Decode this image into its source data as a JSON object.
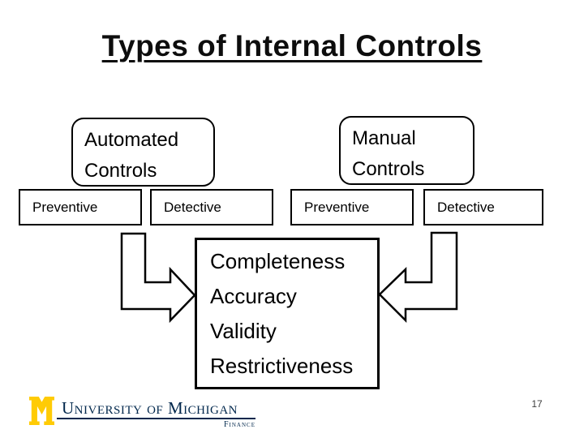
{
  "slide": {
    "title": "Types of Internal Controls",
    "page_number": "17"
  },
  "diagram": {
    "automated_box": {
      "line1": "Automated",
      "line2": "Controls"
    },
    "manual_box": {
      "line1": "Manual",
      "line2": "Controls"
    },
    "automated_preventive_label": "Preventive",
    "automated_detective_label": "Detective",
    "manual_preventive_label": "Preventive",
    "manual_detective_label": "Detective",
    "center_box_lines": [
      "Completeness",
      "Accuracy",
      "Validity",
      "Restrictiveness"
    ]
  },
  "footer": {
    "logo_wordmark": "University of Michigan",
    "logo_division": "Finance"
  },
  "colors": {
    "maize": "#ffcb05",
    "navy": "#00274c",
    "line": "#000000"
  }
}
